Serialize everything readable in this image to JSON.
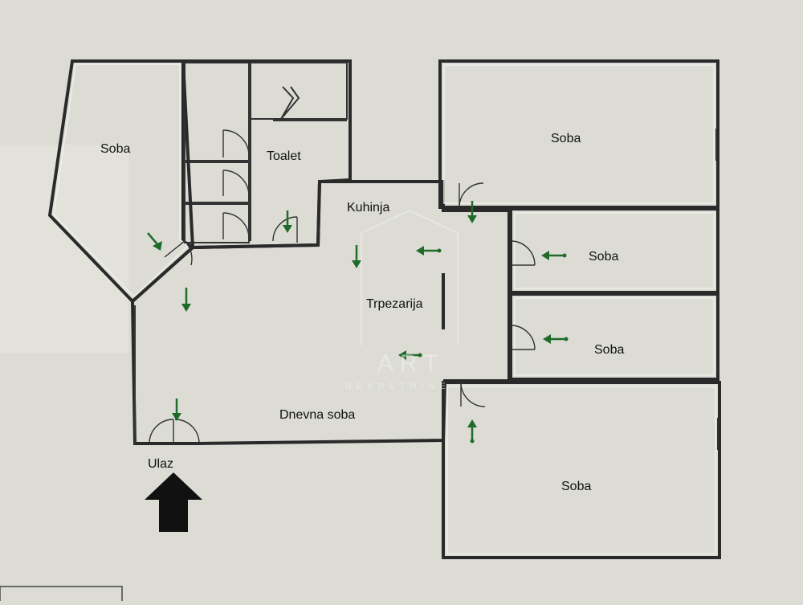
{
  "rooms": {
    "soba_left": "Soba",
    "toalet": "Toalet",
    "kuhinja": "Kuhinja",
    "trpezarija": "Trpezarija",
    "dnevna": "Dnevna soba",
    "soba_top_right": "Soba",
    "soba_mid_right_1": "Soba",
    "soba_mid_right_2": "Soba",
    "soba_bottom_right": "Soba"
  },
  "entrance": {
    "label": "Ulaz"
  },
  "watermark": {
    "brand": "ART",
    "tagline": "NEKRETNINE"
  },
  "colors": {
    "background": "#dcdcd5",
    "wall": "#2a2a2a",
    "arrow": "#1f6b2a",
    "entrance_arrow": "#111111"
  }
}
